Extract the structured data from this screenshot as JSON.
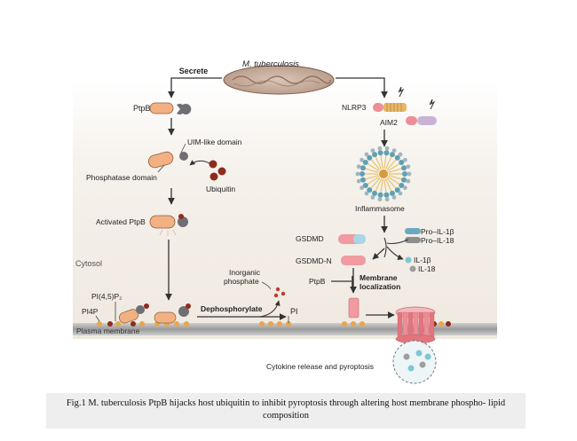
{
  "colors": {
    "panel_bg": "#f3efe9",
    "membrane": "#a7a7a7",
    "ptpb_orange": "#f3b183",
    "ptpb_gray": "#6f6f73",
    "ubiquitin_red": "#8f2a1e",
    "gsdmd_pink": "#f19aa0",
    "gsdmd_blue": "#a8d6e4",
    "lipid_gold": "#e7a74a",
    "inflammasome_teal": "#5fa0b3",
    "pore_pink": "#ee8d95",
    "arrow": "#333333"
  },
  "labels": {
    "mtb": "M. tuberculosis",
    "secrete": "Secrete",
    "ptpb_top": "PtpB",
    "uim_domain": "UIM-like domain",
    "phosphatase_domain": "Phosphatase domain",
    "ubiquitin": "Ubiquitin",
    "activated_ptpb": "Activated PtpB",
    "cytosol": "Cytosol",
    "pi45p2": "PI(4,5)P₂",
    "pi4p": "PI4P",
    "plasma_membrane": "Plasma membrane",
    "inorganic_phosphate": "Inorganic phosphate",
    "dephosphorylate": "Dephosphorylate",
    "pi": "PI",
    "nlrp3": "NLRP3",
    "aim2": "AIM2",
    "inflammasome": "Inflammasome",
    "pro_il1b": "Pro–IL-1β",
    "pro_il18": "Pro–IL-18",
    "gsdmd": "GSDMD",
    "gsdmd_n": "GSDMD-N",
    "il1b": "IL-1β",
    "il18": "IL-18",
    "ptpb_inhibit": "PtpB",
    "membrane_localization": "Membrane localization",
    "cytokine_release": "Cytokine release and pyroptosis"
  },
  "caption": "Fig.1 M. tuberculosis PtpB hijacks host ubiquitin to inhibit pyroptosis through altering host membrane phospho- lipid composition"
}
